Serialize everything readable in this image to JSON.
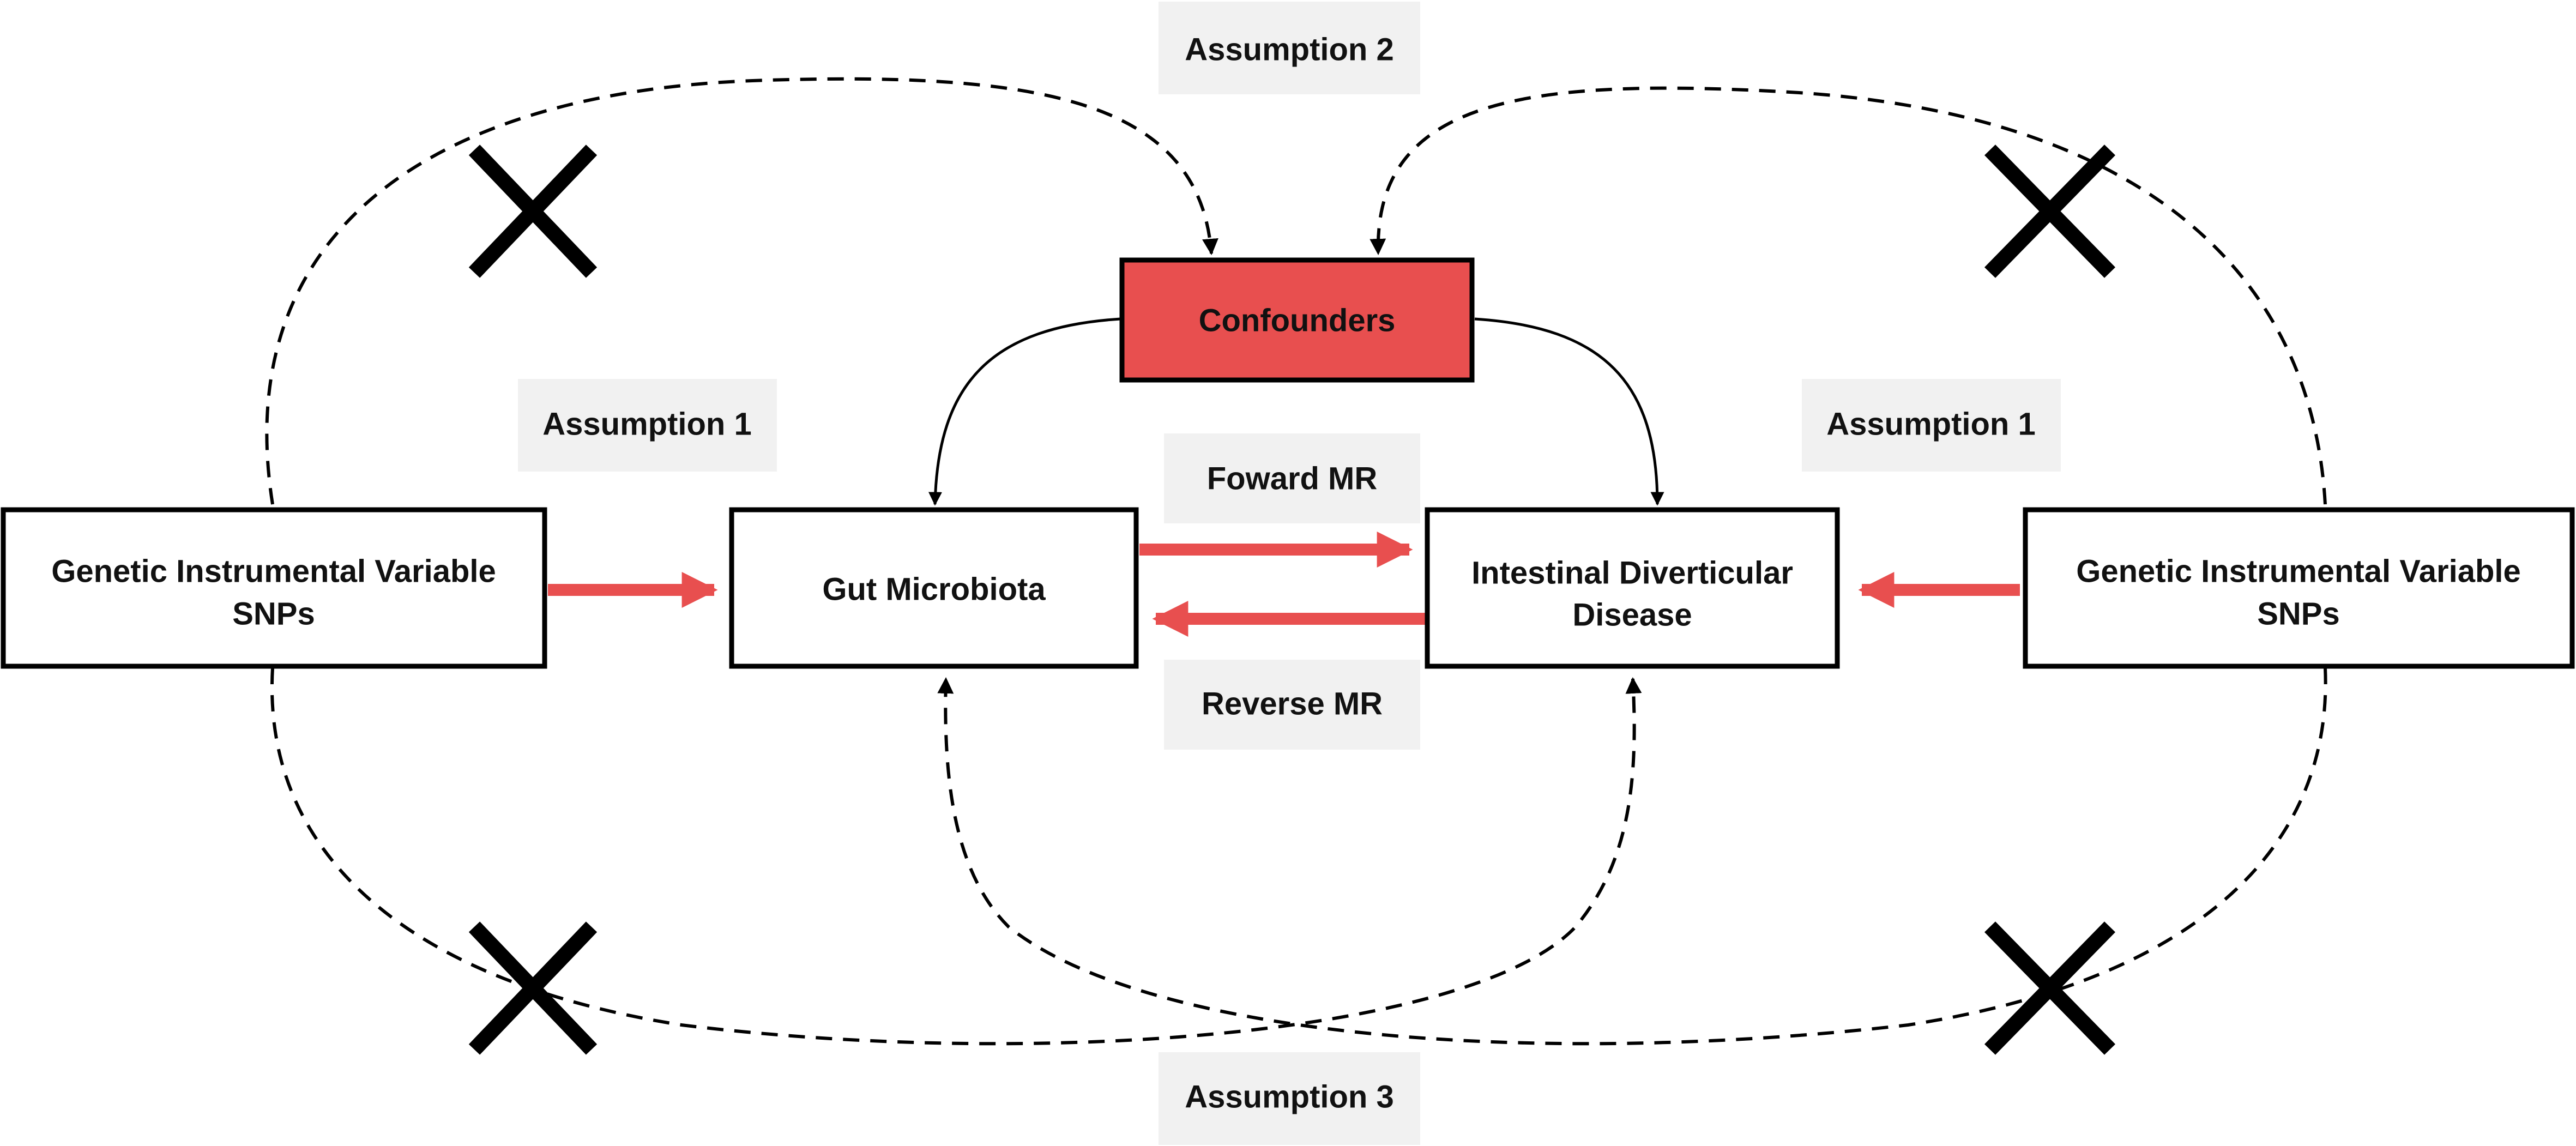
{
  "nodes": {
    "confounders": {
      "label": "Confounders"
    },
    "gut_microbiota": {
      "label": "Gut Microbiota"
    },
    "disease": {
      "line1": "Intestinal Diverticular",
      "line2": "Disease"
    },
    "snps_left": {
      "line1": "Genetic Instrumental Variable",
      "line2": "SNPs"
    },
    "snps_right": {
      "line1": "Genetic Instrumental Variable",
      "line2": "SNPs"
    }
  },
  "labels": {
    "assumption_2": "Assumption 2",
    "assumption_1_left": "Assumption 1",
    "assumption_1_right": "Assumption 1",
    "forward_mr": "Foward MR",
    "reverse_mr": "Reverse MR",
    "assumption_3": "Assumption 3"
  },
  "colors": {
    "confounder_fill": "#e84f4f",
    "causal_arrow": "#e84f4f",
    "label_bg": "#f1f1f1",
    "stroke": "#000000"
  }
}
